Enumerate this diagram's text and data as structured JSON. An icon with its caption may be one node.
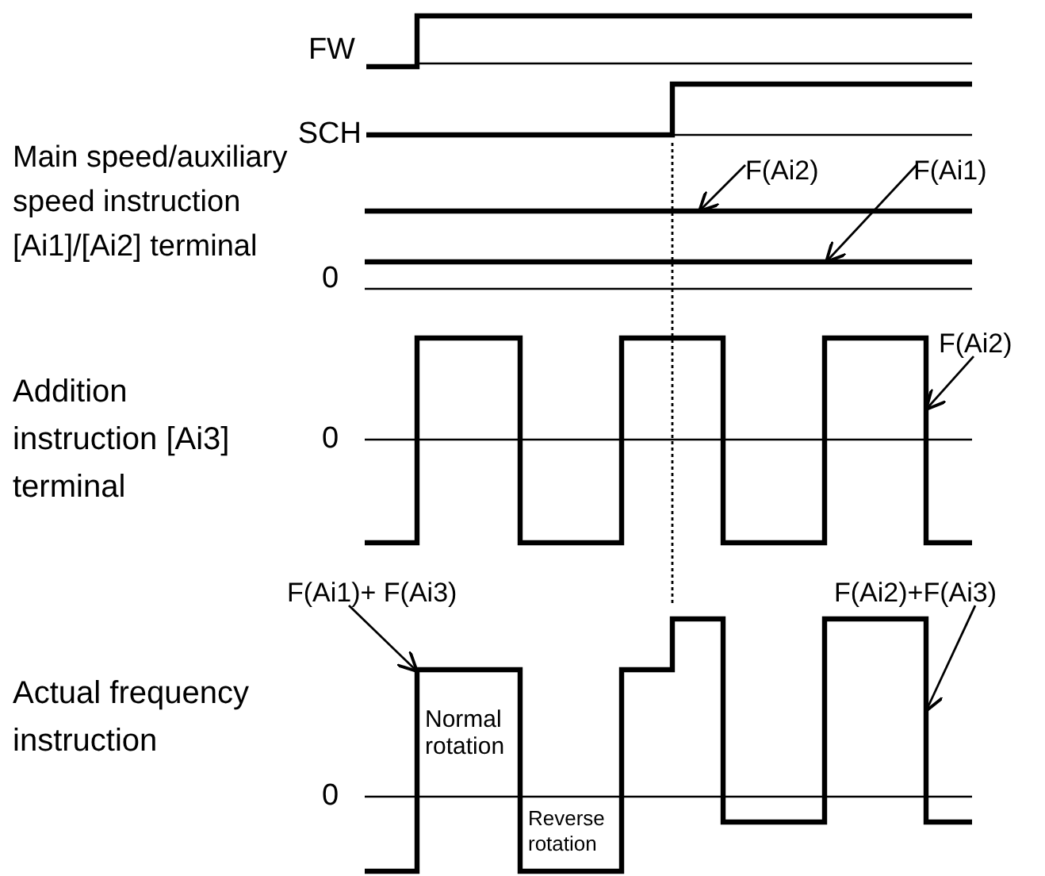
{
  "diagram": {
    "nodes": [
      {
        "text": [
          "F(Ai2)"
        ]
      },
      {
        "text": [
          "F(Ai1)"
        ]
      },
      {
        "text": [],
        "shape": "line"
      },
      {
        "text": [],
        "shape": "line"
      },
      {
        "text": [
          "F(Ai2)"
        ]
      },
      {
        "text": [],
        "shape": "waveform"
      },
      {
        "text": [
          "F(Ai1)+ F(Ai3)"
        ]
      },
      {
        "text": [
          "F(Ai2)+F(Ai3)"
        ]
      },
      {
        "text": [],
        "shape": "waveform"
      }
    ],
    "edges": [
      {
        "from": 0,
        "to": 2,
        "arrow": "to"
      },
      {
        "from": 1,
        "to": 3,
        "arrow": "to"
      },
      {
        "from": 4,
        "to": 5,
        "arrow": "to"
      },
      {
        "from": 6,
        "to": 8,
        "arrow": "to"
      },
      {
        "from": 7,
        "to": 8,
        "arrow": "to"
      }
    ],
    "labels": [
      "FW",
      "SCH",
      "Main speed/auxiliary speed instruction [Ai1]/[Ai2] terminal",
      "0",
      "Addition instruction [Ai3] terminal",
      "0",
      "Actual frequency instruction",
      "Normal rotation",
      "0",
      "Reverse rotation"
    ]
  }
}
